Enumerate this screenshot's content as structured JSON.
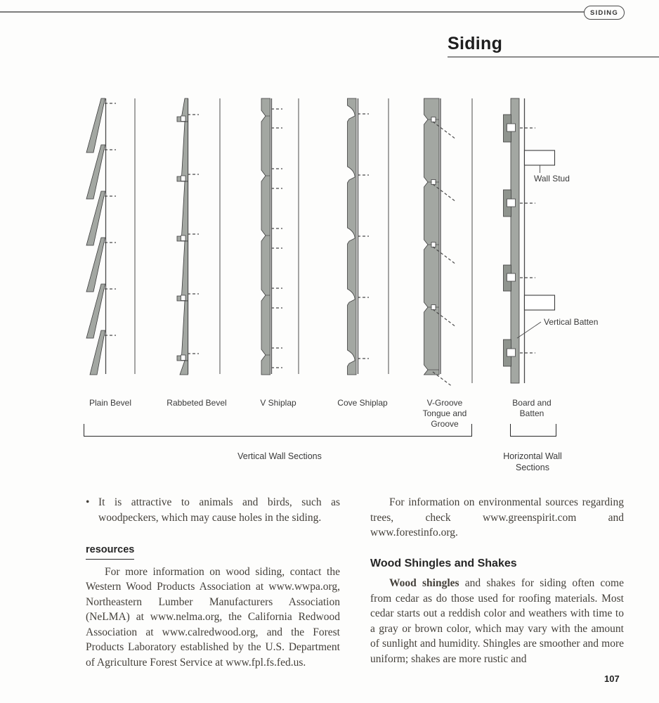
{
  "header": {
    "tab_label": "SIDING",
    "title": "Siding"
  },
  "diagram": {
    "section_labels": [
      "Plain Bevel",
      "Rabbeted Bevel",
      "V Shiplap",
      "Cove Shiplap",
      "V-Groove Tongue and Groove",
      "Board and Batten"
    ],
    "callouts": {
      "wall_stud": "Wall Stud",
      "vertical_batten": "Vertical Batten"
    },
    "group_labels": {
      "vertical": "Vertical Wall Sections",
      "horizontal": "Horizontal Wall Sections"
    }
  },
  "body": {
    "left": {
      "bullet_char": "•",
      "bullet_text": "It is attractive to animals and birds, such as woodpeckers, which may cause holes in the siding.",
      "resources_heading": "resources",
      "resources_text": "For more information on wood siding, contact the Western Wood Products Association at www.wwpa.org, Northeastern Lumber Manufacturers Association (NeLMA) at www.nelma.org, the California Redwood Association at www.calredwood.org, and the Forest Products Laboratory established by the U.S. Department of Agriculture Forest Service at www.fpl.fs.fed.us."
    },
    "right": {
      "environment_text": "For information on environmental sources regarding trees, check www.greenspirit.com and www.forestinfo.org.",
      "shakes_heading": "Wood Shingles and Shakes",
      "shakes_lead": "Wood shingles",
      "shakes_text": " and shakes for siding often come from cedar as do those used for roofing materials. Most cedar starts out a reddish color and weathers with time to a gray or brown color, which may vary with the amount of sunlight and humidity. Shingles are smoother and more uniform; shakes are more rustic and"
    },
    "page_number": "107"
  },
  "colors": {
    "board_fill": "#a3a7a2",
    "batten_fill": "#8f948e",
    "line": "#4a4a4a",
    "ink": "#44403a"
  }
}
